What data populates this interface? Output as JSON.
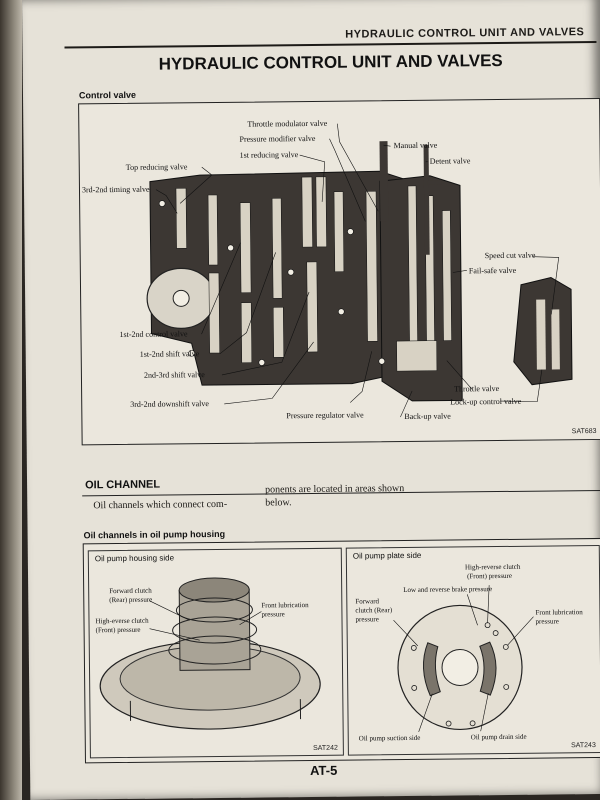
{
  "header": {
    "running_head": "HYDRAULIC CONTROL UNIT AND VALVES",
    "title": "HYDRAULIC CONTROL UNIT AND VALVES"
  },
  "control_valve": {
    "section_label": "Control valve",
    "figure_code": "SAT683",
    "labels": {
      "throttle_modulator": "Throttle modulator valve",
      "pressure_modifier": "Pressure modifier valve",
      "first_reducing": "1st reducing valve",
      "top_reducing": "Top reducing valve",
      "timing_3rd_2nd": "3rd-2nd timing valve",
      "manual": "Manual valve",
      "detent": "Detent valve",
      "speed_cut": "Speed cut valve",
      "fail_safe": "Fail-safe valve",
      "control_1st_2nd": "1st-2nd control valve",
      "shift_1st_2nd": "1st-2nd shift valve",
      "shift_2nd_3rd": "2nd-3rd shift valve",
      "downshift_3rd_2nd": "3rd-2nd downshift valve",
      "pressure_regulator": "Pressure regulator valve",
      "back_up": "Back-up valve",
      "throttle": "Throttle valve",
      "lock_up_control": "Lock-up control valve"
    }
  },
  "oil_channel": {
    "heading": "OIL CHANNEL",
    "text_left": "Oil channels which connect com-",
    "text_right_1": "ponents are located in areas shown",
    "text_right_2": "below."
  },
  "oil_pump": {
    "section_label": "Oil channels in oil pump housing",
    "housing_side": {
      "title": "Oil pump housing side",
      "figure_code": "SAT242",
      "forward_clutch_1": "Forward clutch",
      "forward_clutch_2": "(Rear) pressure",
      "high_reverse_1": "High-everse clutch",
      "high_reverse_2": "(Front) pressure",
      "front_lub_1": "Front lubrication",
      "front_lub_2": "pressure"
    },
    "plate_side": {
      "title": "Oil pump plate side",
      "figure_code": "SAT243",
      "high_reverse_1": "High-reverse clutch",
      "high_reverse_2": "(Front) pressure",
      "low_reverse_brake": "Low and reverse brake pressure",
      "forward_1": "Forward",
      "forward_2": "clutch (Rear)",
      "forward_3": "pressure",
      "front_lub_1": "Front lubrication",
      "front_lub_2": "pressure",
      "suction": "Oil pump suction side",
      "drain": "Oil pump drain side"
    }
  },
  "footer": {
    "page_number": "AT-5"
  }
}
